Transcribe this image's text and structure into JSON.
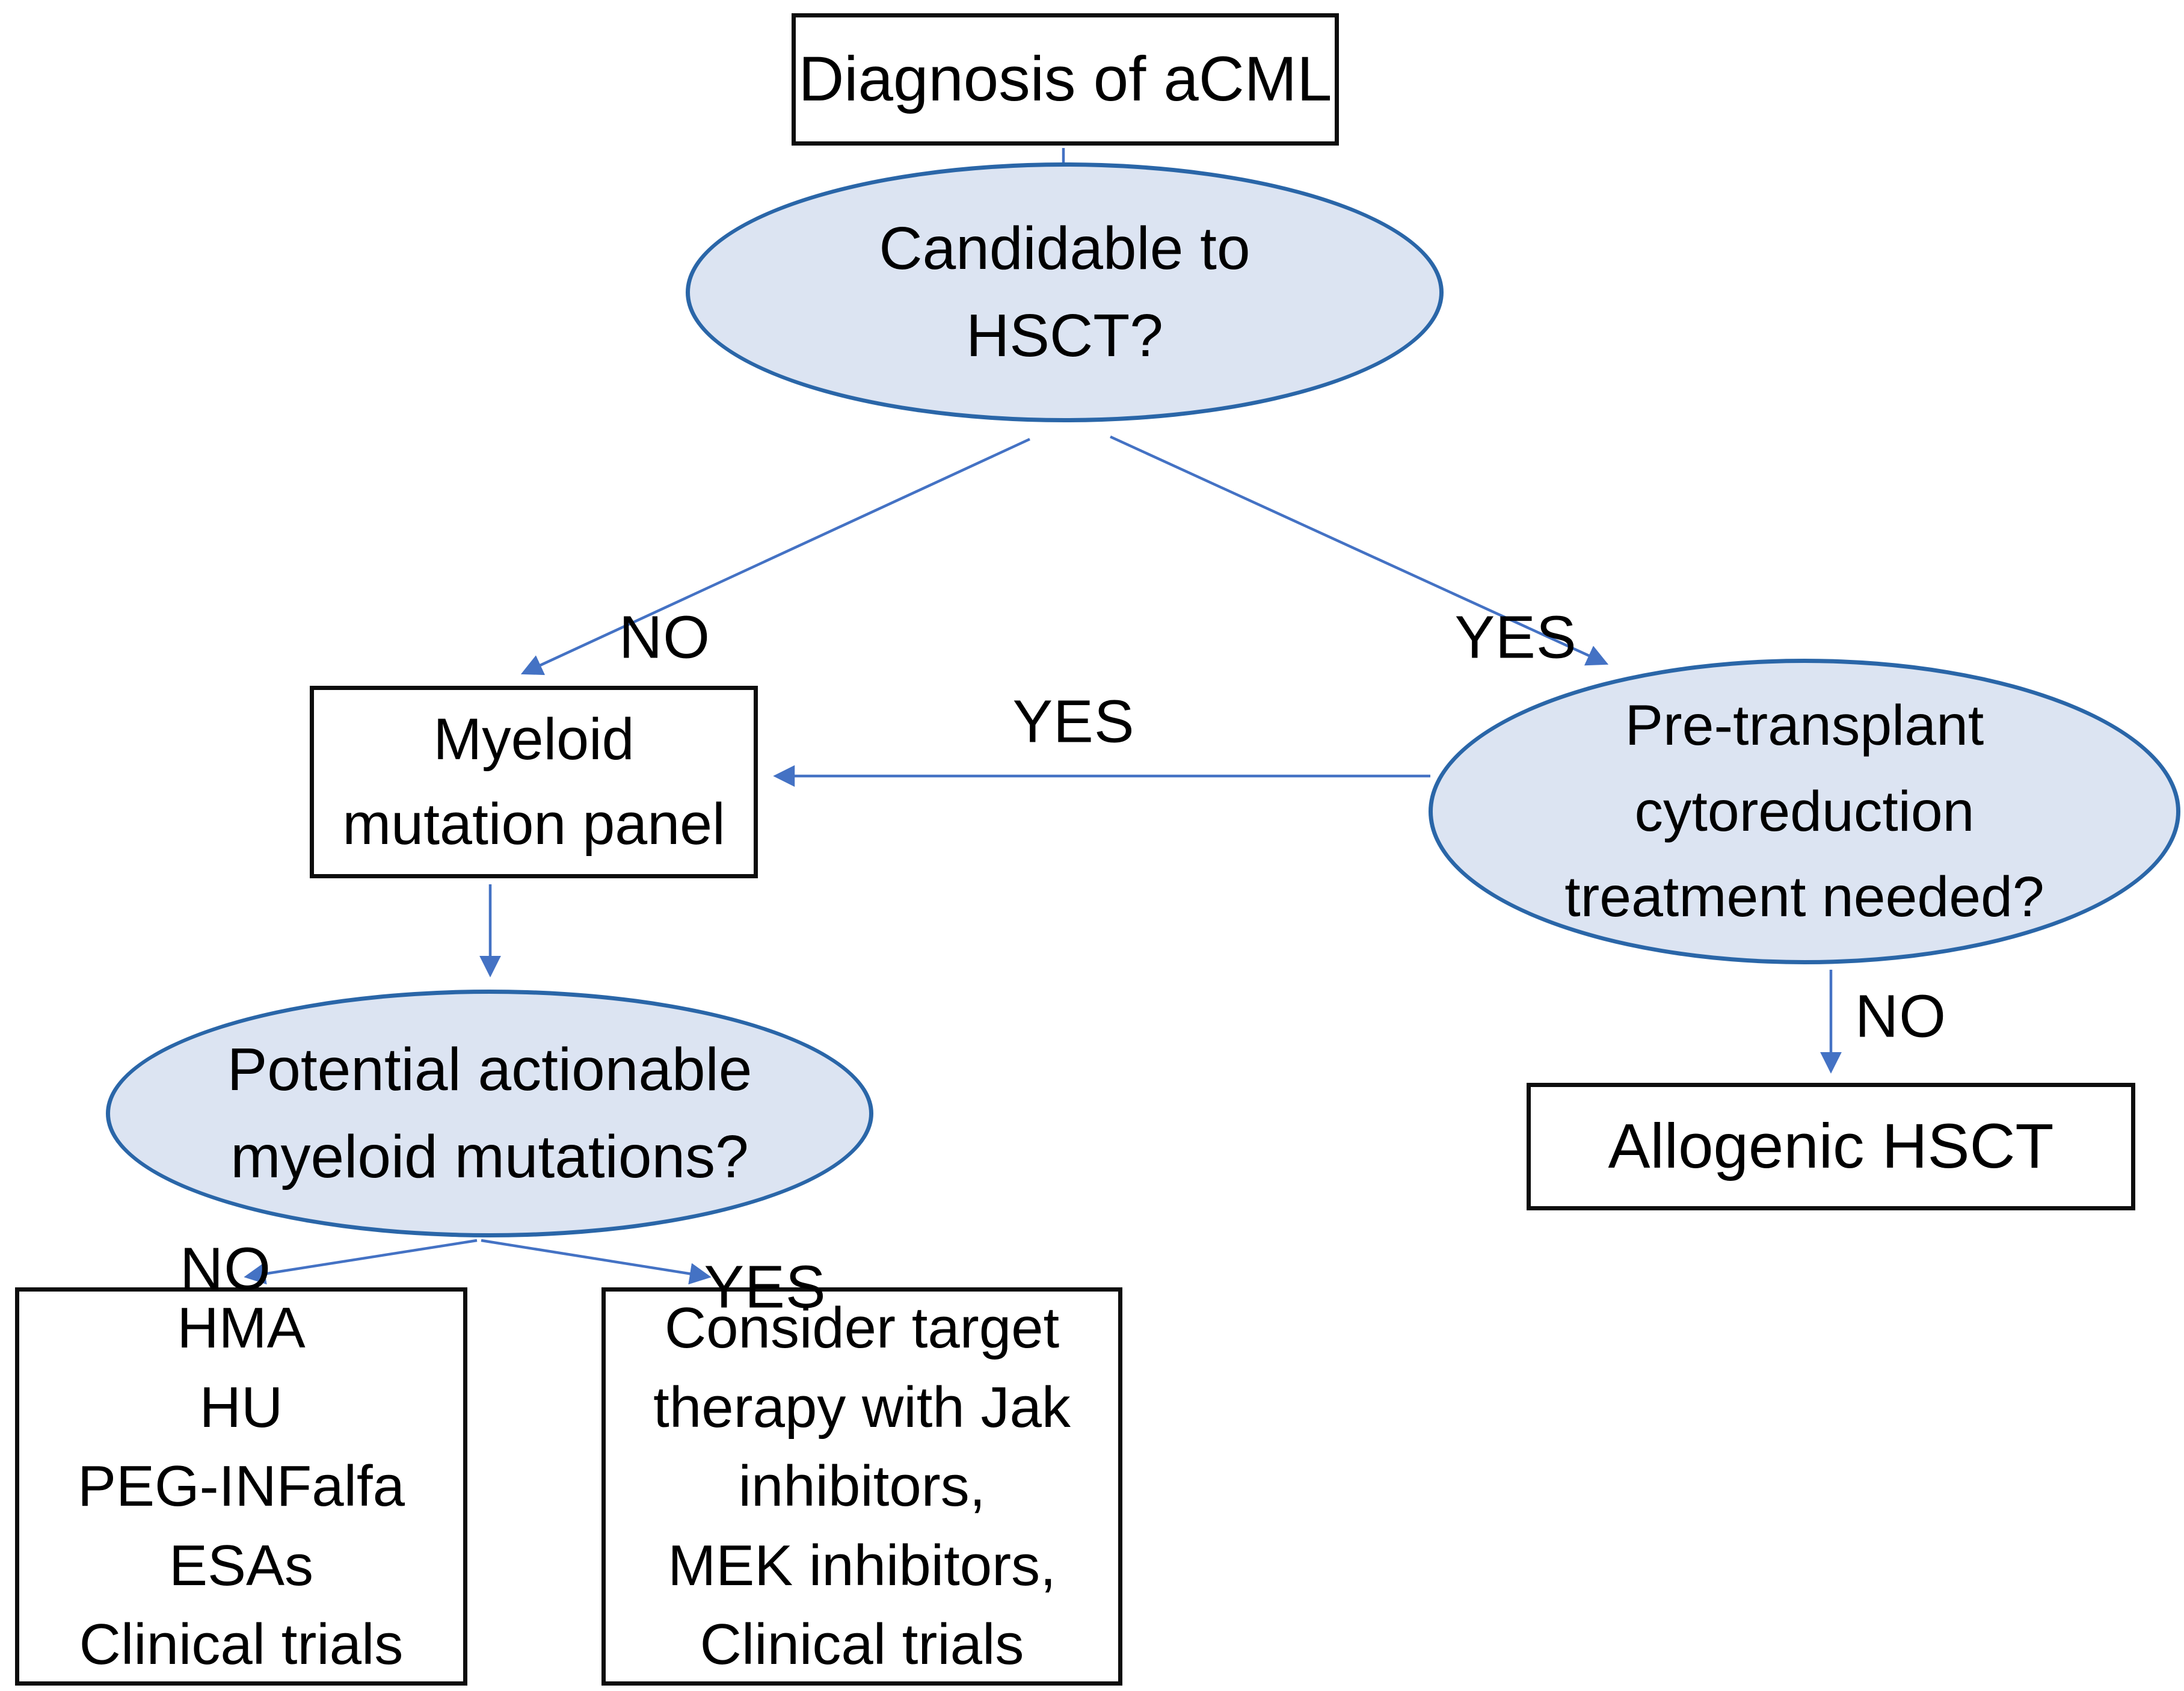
{
  "diagram_title": "aCML treatment decision flowchart",
  "nodes": {
    "diagnosis": {
      "label": "Diagnosis of aCML",
      "shape": "rectangle"
    },
    "candidable": {
      "label": "Candidable to\nHSCT?",
      "shape": "ellipse"
    },
    "myeloid": {
      "label": "Myeloid\nmutation panel",
      "shape": "rectangle"
    },
    "pretransplant": {
      "label": "Pre-transplant\ncytoreduction\ntreatment needed?",
      "shape": "ellipse"
    },
    "potential": {
      "label": "Potential actionable\nmyeloid mutations?",
      "shape": "ellipse"
    },
    "allogenic": {
      "label": "Allogenic HSCT",
      "shape": "rectangle"
    },
    "hma": {
      "label": "HMA\nHU\nPEG-INFalfa\nESAs\nClinical trials",
      "shape": "rectangle"
    },
    "consider": {
      "label": "Consider target\ntherapy with Jak\ninhibitors,\nMEK inhibitors,\nClinical trials",
      "shape": "rectangle"
    }
  },
  "edge_labels": {
    "no_top": "NO",
    "yes_top": "YES",
    "yes_mid": "YES",
    "no_right": "NO",
    "no_bottom": "NO",
    "yes_bottom": "YES"
  },
  "edges": [
    {
      "from": "diagnosis",
      "to": "candidable",
      "label": ""
    },
    {
      "from": "candidable",
      "to": "myeloid",
      "label": "NO"
    },
    {
      "from": "candidable",
      "to": "pretransplant",
      "label": "YES"
    },
    {
      "from": "pretransplant",
      "to": "myeloid",
      "label": "YES"
    },
    {
      "from": "myeloid",
      "to": "potential",
      "label": ""
    },
    {
      "from": "potential",
      "to": "hma",
      "label": "NO"
    },
    {
      "from": "potential",
      "to": "consider",
      "label": "YES"
    },
    {
      "from": "pretransplant",
      "to": "allogenic",
      "label": "NO"
    }
  ],
  "colors": {
    "ellipse_fill": "#dce4f2",
    "ellipse_stroke": "#2a66a8",
    "arrow": "#4472c4",
    "box_stroke": "#0d0d0d",
    "text": "#000000",
    "background": "#ffffff"
  }
}
